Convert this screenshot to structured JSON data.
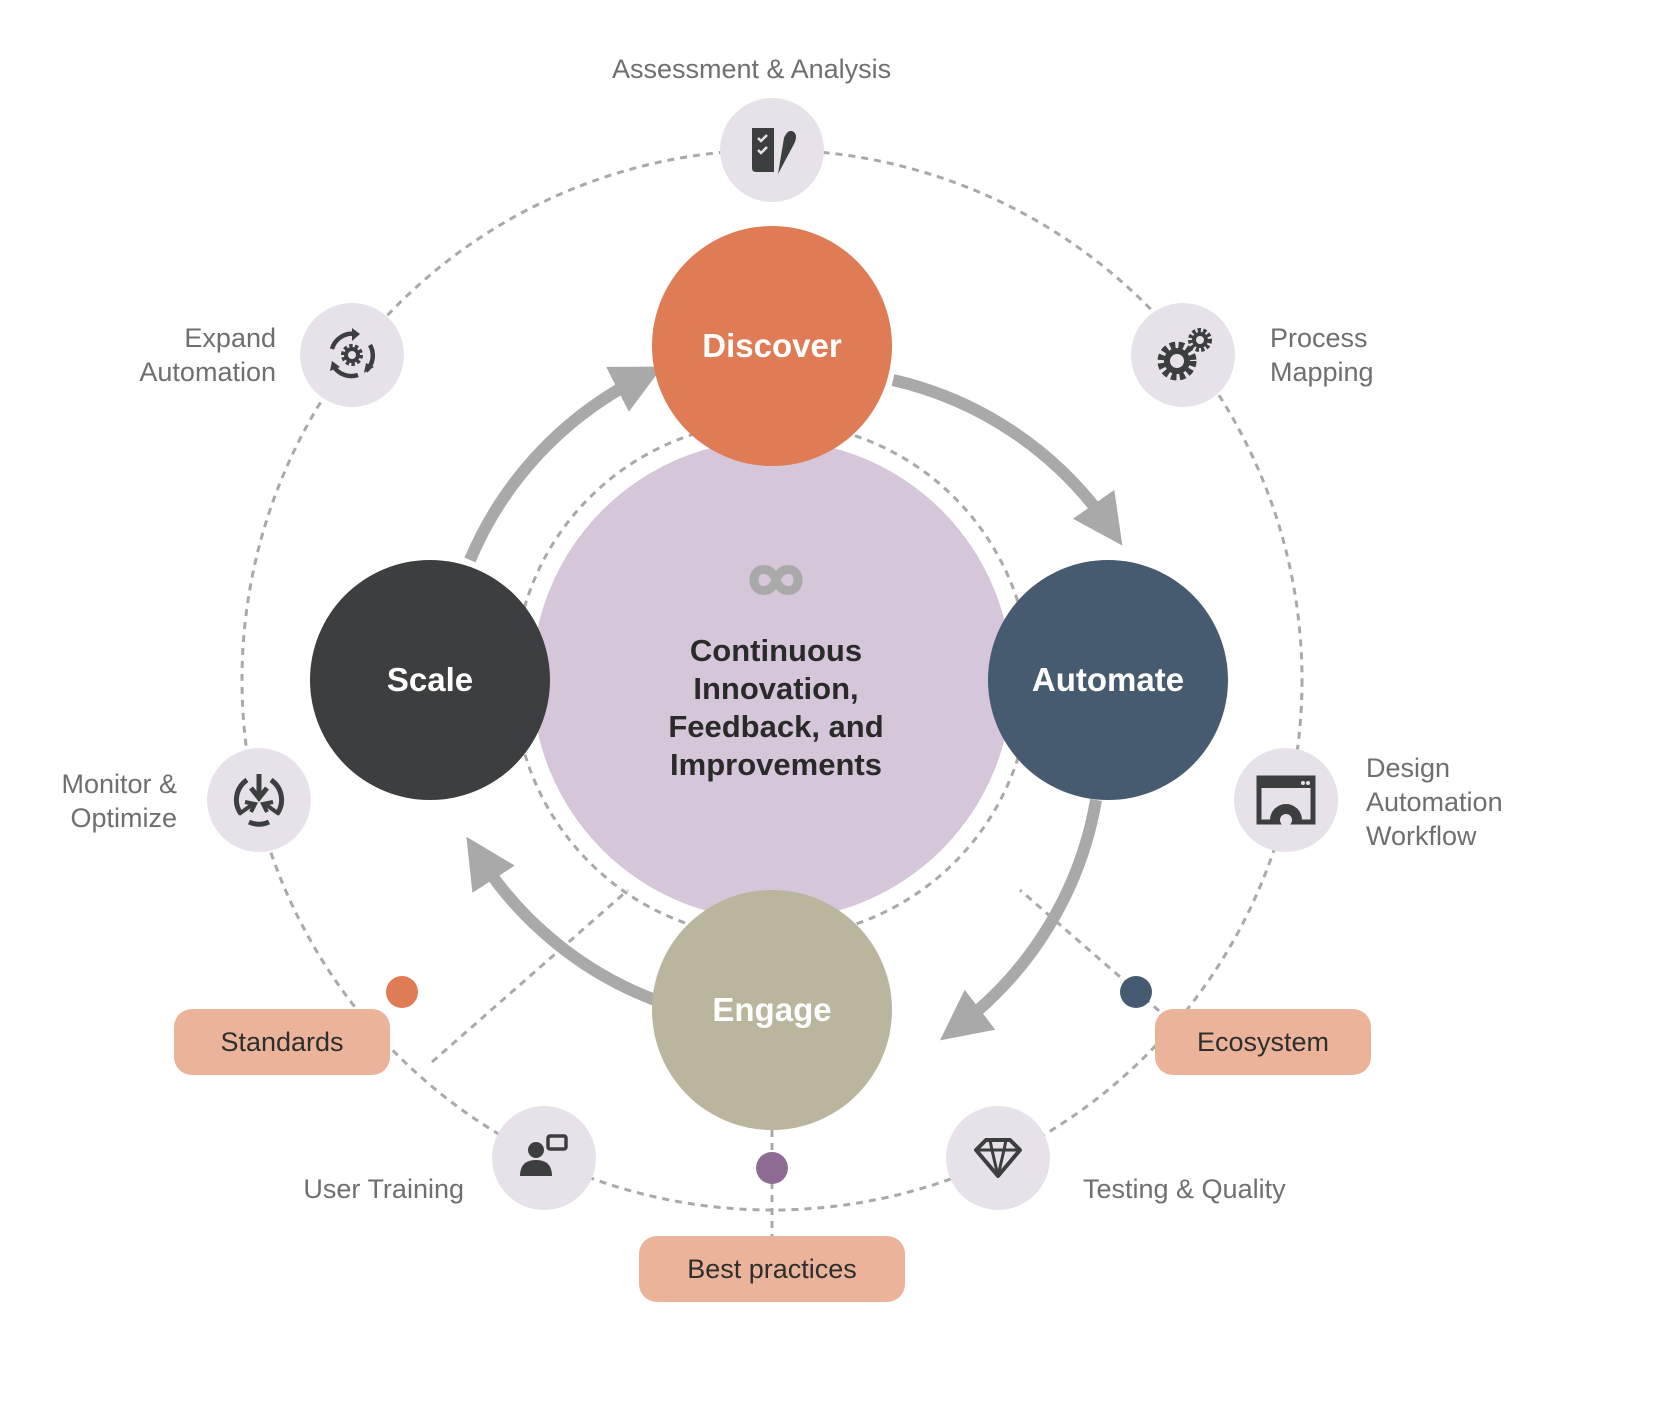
{
  "center": {
    "title": "Continuous\nInnovation,\nFeedback, and\nImprovements",
    "icon": "infinity-icon",
    "color": "#d5c6d9"
  },
  "phases": [
    {
      "label": "Discover",
      "color": "#df7b55"
    },
    {
      "label": "Automate",
      "color": "#465b70"
    },
    {
      "label": "Engage",
      "color": "#bab69d"
    },
    {
      "label": "Scale",
      "color": "#3d3e40"
    }
  ],
  "activities": [
    {
      "label": "Assessment & Analysis",
      "icon": "checklist-pen-icon"
    },
    {
      "label": "Process\nMapping",
      "icon": "gears-icon"
    },
    {
      "label": "Design\nAutomation\nWorkflow",
      "icon": "window-gear-icon"
    },
    {
      "label": "Testing & Quality",
      "icon": "diamond-icon"
    },
    {
      "label": "User Training",
      "icon": "presenter-icon"
    },
    {
      "label": "Monitor &\nOptimize",
      "icon": "converge-arrows-icon"
    },
    {
      "label": "Expand\nAutomation",
      "icon": "cycle-gear-icon"
    }
  ],
  "pillars": [
    {
      "label": "Standards",
      "dot_color": "#df7b55"
    },
    {
      "label": "Best practices",
      "dot_color": "#8d6b93"
    },
    {
      "label": "Ecosystem",
      "dot_color": "#465b70"
    }
  ],
  "colors": {
    "bubble": "#e7e2ea",
    "arrow": "#a9a9a9",
    "dash": "#a9a9a9",
    "pill": "#ebb49a",
    "icon": "#3d3e40"
  }
}
